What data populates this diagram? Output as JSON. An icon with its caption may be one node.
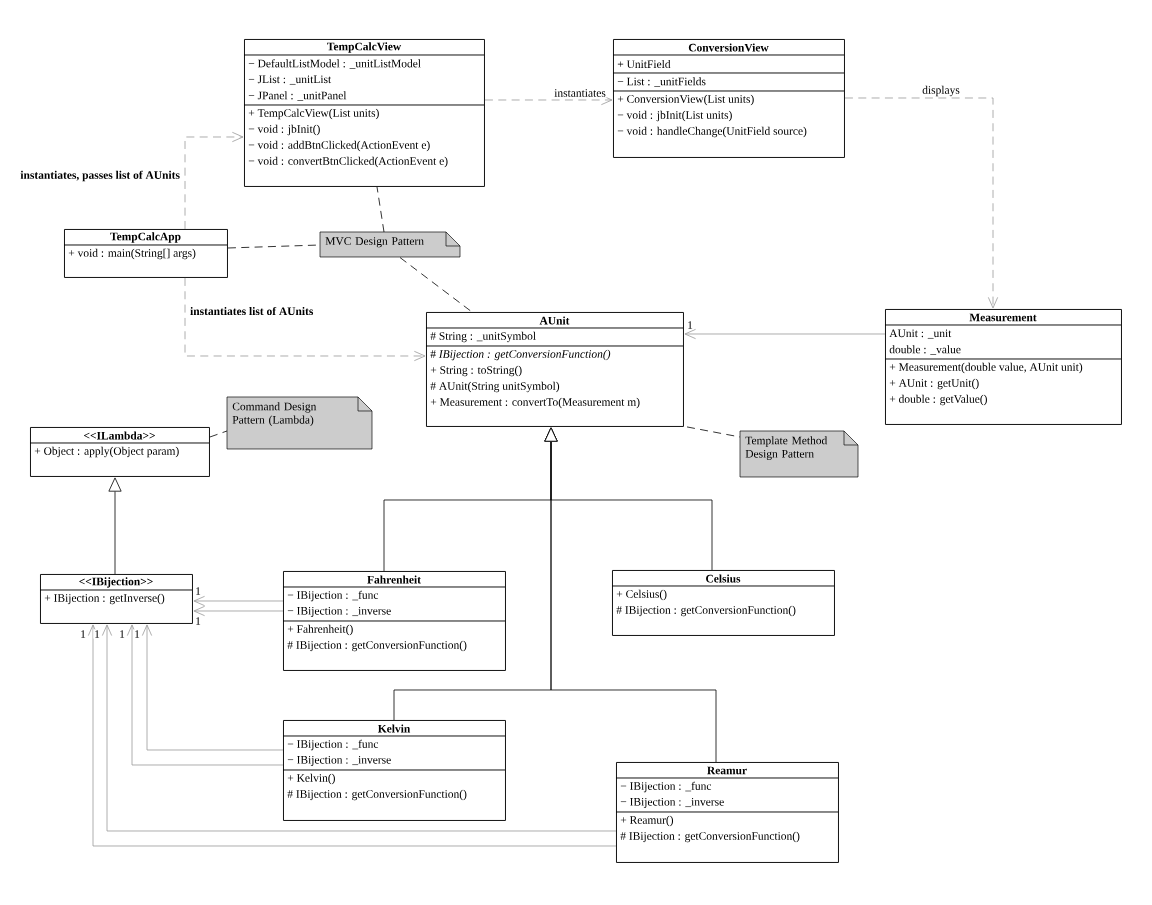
{
  "diagram": {
    "nodes": [
      {
        "text": [
          "TempCalcView",
          "− DefaultListModel : _unitListModel",
          "− JList : _unitList",
          "− JPanel : _unitPanel",
          "+ TempCalcView(List units)",
          "− void : jbInit()",
          "− void : addBtnClicked(ActionEvent e)",
          "− void : convertBtnClicked(ActionEvent e)"
        ]
      },
      {
        "text": [
          "ConversionView",
          "+ UnitField",
          "− List : _unitFields",
          "+ ConversionView(List units)",
          "− void : jbInit(List units)",
          "− void : handleChange(UnitField source)"
        ]
      },
      {
        "text": [
          "TempCalcApp",
          "+ void : main(String[] args)"
        ]
      },
      {
        "text": [
          "MVC Design Pattern"
        ]
      },
      {
        "text": [
          "AUnit",
          "# String : _unitSymbol",
          "# *IBijection : getConversionFunction()*",
          "+ String : toString()",
          "# AUnit(String unitSymbol)",
          "+ Measurement : convertTo(Measurement m)"
        ]
      },
      {
        "text": [
          "Measurement",
          "AUnit : _unit",
          "double : _value",
          "+ Measurement(double value, AUnit unit)",
          "+ AUnit : getUnit()",
          "+ double : getValue()"
        ]
      },
      {
        "text": [
          "Command Design Pattern (Lambda)"
        ]
      },
      {
        "text": [
          "<<ILambda>>",
          "+ Object : apply(Object param)"
        ]
      },
      {
        "text": [
          "Template Method Design Pattern"
        ]
      },
      {
        "text": [
          "<<IBijection>>",
          "+ IBijection : getInverse()"
        ]
      },
      {
        "text": [
          "Fahrenheit",
          "− IBijection : _func",
          "− IBijection : _inverse",
          "+ Fahrenheit()",
          "# IBijection : getConversionFunction()"
        ]
      },
      {
        "text": [
          "Celsius",
          "+ Celsius()",
          "# IBijection : getConversionFunction()"
        ]
      },
      {
        "text": [
          "Kelvin",
          "− IBijection : _func",
          "− IBijection : _inverse",
          "+ Kelvin()",
          "# IBijection : getConversionFunction()"
        ]
      },
      {
        "text": [
          "Reamur",
          "− IBijection : _func",
          "− IBijection : _inverse",
          "+ Reamur()",
          "# IBijection : getConversionFunction()"
        ]
      }
    ],
    "edges": [
      {
        "from": 0,
        "to": 1,
        "arrow": "to",
        "style": "dashed",
        "label": "instantiates"
      },
      {
        "from": 1,
        "to": 5,
        "arrow": "to",
        "style": "dashed",
        "label": "displays"
      },
      {
        "from": 2,
        "to": 0,
        "arrow": "to",
        "style": "dashed",
        "label": "instantiates, passes list of AUnits"
      },
      {
        "from": 2,
        "to": 4,
        "arrow": "to",
        "style": "dashed",
        "label": "instantiates list of AUnits"
      },
      {
        "from": 3,
        "to": 0,
        "arrow": "none",
        "style": "dashed",
        "color": "#000000"
      },
      {
        "from": 2,
        "to": 3,
        "arrow": "none",
        "style": "dashed",
        "color": "#000000"
      },
      {
        "from": 3,
        "to": 4,
        "arrow": "none",
        "style": "dashed",
        "color": "#000000"
      },
      {
        "from": 5,
        "to": 4,
        "arrow": "to",
        "label": "1"
      },
      {
        "from": 7,
        "to": 6,
        "arrow": "none",
        "style": "dashed",
        "color": "#000000"
      },
      {
        "from": 4,
        "to": 8,
        "arrow": "none",
        "style": "dashed",
        "color": "#000000"
      },
      {
        "from": 9,
        "to": 7,
        "arrow": "to",
        "color": "#000000"
      },
      {
        "from": 10,
        "to": 4,
        "arrow": "to",
        "color": "#000000"
      },
      {
        "from": 11,
        "to": 4,
        "arrow": "to",
        "color": "#000000"
      },
      {
        "from": 12,
        "to": 4,
        "arrow": "to",
        "color": "#000000"
      },
      {
        "from": 13,
        "to": 4,
        "arrow": "to",
        "color": "#000000"
      },
      {
        "from": 10,
        "to": 9,
        "arrow": "to",
        "label": "1"
      },
      {
        "from": 10,
        "to": 9,
        "arrow": "to",
        "label": "1"
      },
      {
        "from": 12,
        "to": 9,
        "arrow": "to",
        "label": "1"
      },
      {
        "from": 12,
        "to": 9,
        "arrow": "to",
        "label": "1"
      },
      {
        "from": 13,
        "to": 9,
        "arrow": "to",
        "label": "1"
      },
      {
        "from": 13,
        "to": 9,
        "arrow": "to",
        "label": "1"
      }
    ]
  }
}
